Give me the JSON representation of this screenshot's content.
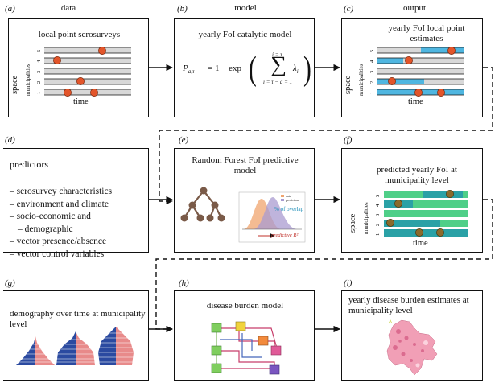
{
  "columns": {
    "a": {
      "letter": "(a)",
      "title": "data"
    },
    "b": {
      "letter": "(b)",
      "title": "model"
    },
    "c": {
      "letter": "(c)",
      "title": "output"
    }
  },
  "panel_a": {
    "title": "local point serosurveys",
    "y_axis": "space",
    "y_sub": "municipalities",
    "x_axis": "time",
    "rows": [
      "1",
      "2",
      "3",
      "4",
      "5"
    ]
  },
  "panel_b": {
    "title": "yearly FoI catalytic model",
    "formula": {
      "lhs": "P",
      "lhs_sub": "a,τ",
      "eq": "= 1 − exp",
      "minus": "−",
      "sum_top": "i = τ",
      "sum_bottom": "i = τ − a = 1",
      "sigma": "∑",
      "term": "λ",
      "term_sub": "i"
    }
  },
  "panel_c": {
    "title": "yearly FoI local point estimates",
    "y_axis": "space",
    "y_sub": "municipalities",
    "x_axis": "time",
    "rows": [
      "1",
      "2",
      "3",
      "4",
      "5"
    ]
  },
  "panel_d": {
    "letter": "(d)",
    "title": "predictors",
    "items": [
      "serosurvey characteristics",
      "environment and climate",
      "socio-economic and",
      "demographic",
      "vector presence/absence",
      "vector control variables"
    ]
  },
  "panel_e": {
    "letter": "(e)",
    "title": "Random Forest FoI predictive model",
    "legend_data": "data",
    "legend_prediction": "prediction",
    "overlap_label": "% of overlap",
    "r2_label": "predictive R²"
  },
  "panel_f": {
    "letter": "(f)",
    "title": "predicted yearly FoI at municipality level",
    "y_axis": "space",
    "y_sub": "municipalities",
    "x_axis": "time",
    "rows": [
      "1",
      "2",
      "3",
      "4",
      "5"
    ]
  },
  "panel_g": {
    "letter": "(g)",
    "title": "demography over time at municipality level"
  },
  "panel_h": {
    "letter": "(h)",
    "title": "disease burden model"
  },
  "panel_i": {
    "letter": "(i)",
    "title": "yearly disease burden estimates at municipality level"
  },
  "colors": {
    "dot": "#e2552a",
    "dot_f": "#8a6a2c",
    "bar_c": "#4fb6e0",
    "row_f": "#4fcf88",
    "bar_f": "#2aa1a6",
    "tree": "#7a5a48",
    "dist_data": "#f0a46e",
    "dist_pred": "#a99bd0",
    "map": "#f19fb6"
  }
}
